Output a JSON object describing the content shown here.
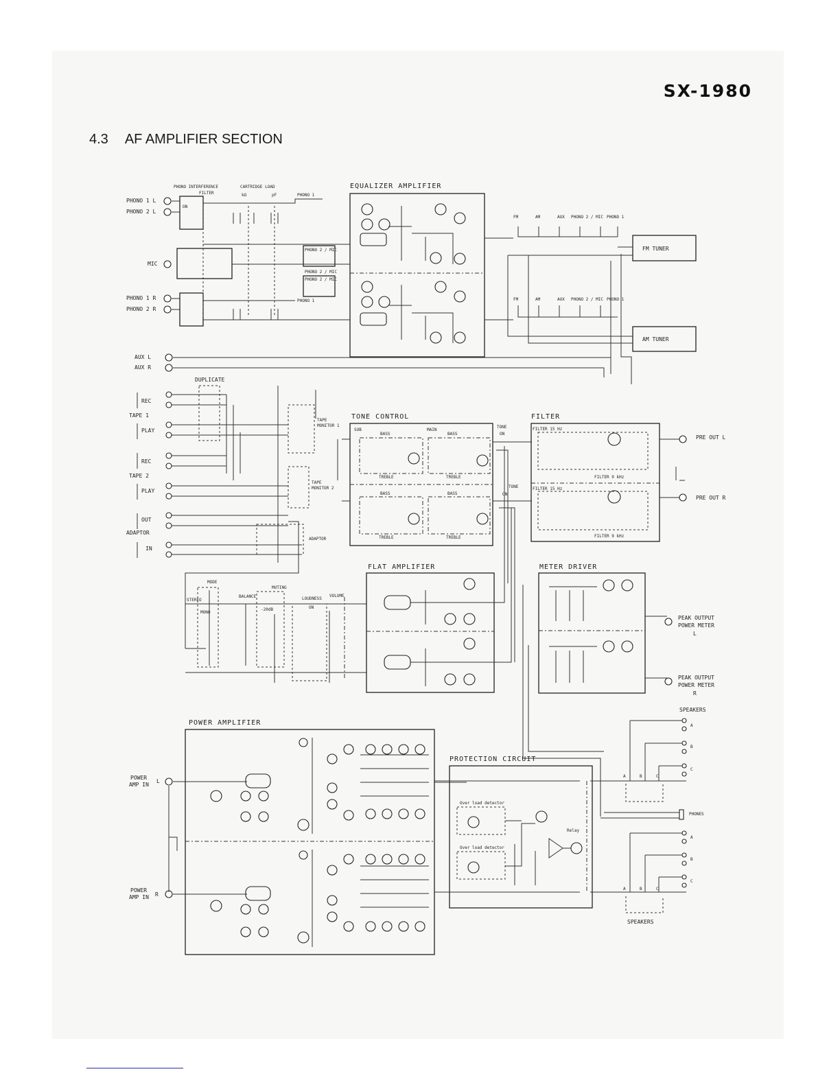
{
  "header": {
    "model": "SX-1980",
    "section_number": "4.3",
    "section_title": "AF AMPLIFIER SECTION"
  },
  "blocks": {
    "equalizer": "EQUALIZER  AMPLIFIER",
    "fm_tuner": "FM  TUNER",
    "am_tuner": "AM  TUNER",
    "tone_control": "TONE  CONTROL",
    "filter": "FILTER",
    "flat_amp": "FLAT  AMPLIFIER",
    "meter_driver": "METER  DRIVER",
    "power_amp": "POWER  AMPLIFIER",
    "protection": "PROTECTION  CIRCUIT"
  },
  "inputs": {
    "phono1l": "PHONO 1  L",
    "phono2l": "PHONO 2  L",
    "mic": "MIC",
    "phono1r": "PHONO 1  R",
    "phono2r": "PHONO 2  R",
    "auxl": "AUX   L",
    "auxr": "AUX   R",
    "duplicate": "DUPLICATE",
    "tape1": "TAPE 1",
    "tape2": "TAPE 2",
    "adaptor": "ADAPTOR",
    "rec": "REC",
    "play": "PLAY",
    "out": "OUT",
    "in": "IN",
    "l": "L",
    "r": "R"
  },
  "phono_labels": {
    "interference": "PHONO  INTERFERENCE",
    "filter": "FILTER",
    "cart_load": "CARTRIDGE  LOAD",
    "kohm": "kΩ",
    "pf": "pF",
    "phono1": "PHONO 1",
    "phono2mic": "PHONO 2 / MIC",
    "on": "ON"
  },
  "selector": {
    "fm": "FM",
    "am": "AM",
    "aux": "AUX",
    "phono2mic": "PHONO 2 / MIC",
    "phono1": "PHONO 1"
  },
  "tape_labels": {
    "monitor1": "MONITOR 1",
    "monitor2": "MONITOR 2",
    "tape": "TAPE",
    "adaptor_sw": "ADAPTOR"
  },
  "tone_labels": {
    "sub": "SUB",
    "main": "MAIN",
    "bass": "BASS",
    "treble": "TREBLE",
    "tone": "TONE",
    "on": "ON"
  },
  "filter_labels": {
    "hz15": "FILTER  15 Hz",
    "khz9": "FILTER  9 kHz"
  },
  "outputs": {
    "preoutl": "PRE  OUT  L",
    "preoutr": "PRE  OUT  R",
    "meterl_1": "PEAK  OUTPUT",
    "meterl_2": "POWER METER",
    "meterl_3": "L",
    "meterr_1": "PEAK  OUTPUT",
    "meterr_2": "POWER METER",
    "meterr_3": "R",
    "speakers": "SPEAKERS",
    "speakers_b": "SPEAKERS",
    "phones": "PHONES",
    "a": "A",
    "b": "B",
    "c": "C"
  },
  "volume_labels": {
    "mode": "MODE",
    "stereo": "STEREO",
    "mono": "MONO",
    "balance": "BALANCE",
    "muting": "MUTING",
    "minus20": "-20dB",
    "loudness": "LOUDNESS",
    "volume": "VOLUME",
    "on": "ON"
  },
  "power_labels": {
    "inl_1": "POWER",
    "inl_2": "AMP IN",
    "inr_1": "POWER",
    "inr_2": "AMP IN",
    "l": "L",
    "r": "R",
    "overload1": "Over load detector",
    "overload2": "Over load detector",
    "relay": "Relay"
  }
}
